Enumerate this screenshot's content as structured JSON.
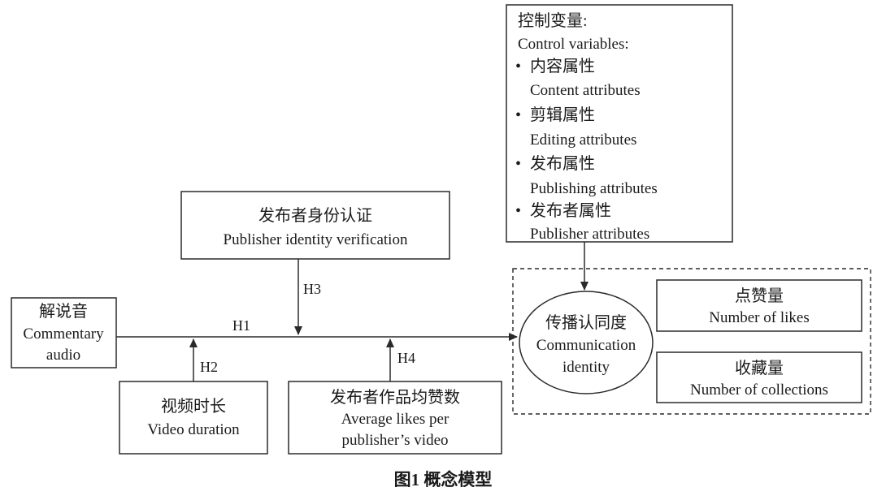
{
  "control_box": {
    "title_cn": "控制变量:",
    "title_en": "Control variables:",
    "bullet": "•",
    "items": [
      {
        "cn": "内容属性",
        "en": "Content attributes"
      },
      {
        "cn": "剪辑属性",
        "en": "Editing attributes"
      },
      {
        "cn": "发布属性",
        "en": "Publishing attributes"
      },
      {
        "cn": "发布者属性",
        "en": "Publisher attributes"
      }
    ]
  },
  "publisher_identity": {
    "cn": "发布者身份认证",
    "en": "Publisher identity verification"
  },
  "commentary": {
    "cn": "解说音",
    "en_line1": "Commentary",
    "en_line2": "audio"
  },
  "video_duration": {
    "cn": "视频时长",
    "en": "Video duration"
  },
  "average_likes": {
    "cn": "发布者作品均赞数",
    "en_line1": "Average likes per",
    "en_line2": "publisher’s video"
  },
  "communication_identity": {
    "cn": "传播认同度",
    "en_line1": "Communication",
    "en_line2": "identity"
  },
  "likes_box": {
    "cn": "点赞量",
    "en": "Number of likes"
  },
  "collections_box": {
    "cn": "收藏量",
    "en": "Number of collections"
  },
  "hypotheses": {
    "h1": "H1",
    "h2": "H2",
    "h3": "H3",
    "h4": "H4"
  },
  "caption": "图1  概念模型"
}
